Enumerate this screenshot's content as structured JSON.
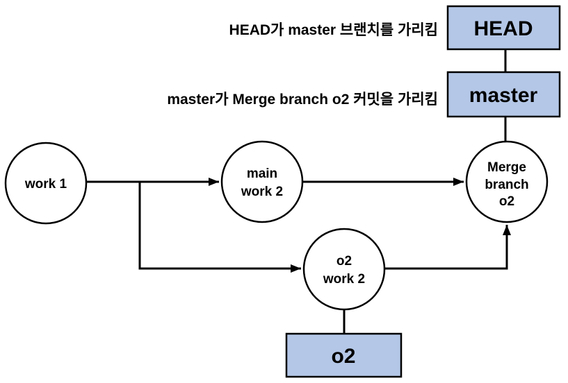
{
  "colors": {
    "background": "#ffffff",
    "box_fill": "#b4c7e7",
    "stroke": "#000000",
    "text": "#000000"
  },
  "annotations": {
    "head_note": "HEAD가 master 브랜치를 가리킴",
    "master_note": "master가 Merge branch o2 커밋을 가리킴"
  },
  "pointer_boxes": {
    "head": {
      "label": "HEAD"
    },
    "master": {
      "label": "master"
    },
    "o2": {
      "label": "o2"
    }
  },
  "commit_nodes": {
    "work1": {
      "label": "work 1"
    },
    "main_work2": {
      "line1": "main",
      "line2": "work 2"
    },
    "merge_branch_o2": {
      "line1": "Merge",
      "line2": "branch",
      "line3": "o2"
    },
    "o2_work2": {
      "line1": "o2",
      "line2": "work 2"
    }
  }
}
